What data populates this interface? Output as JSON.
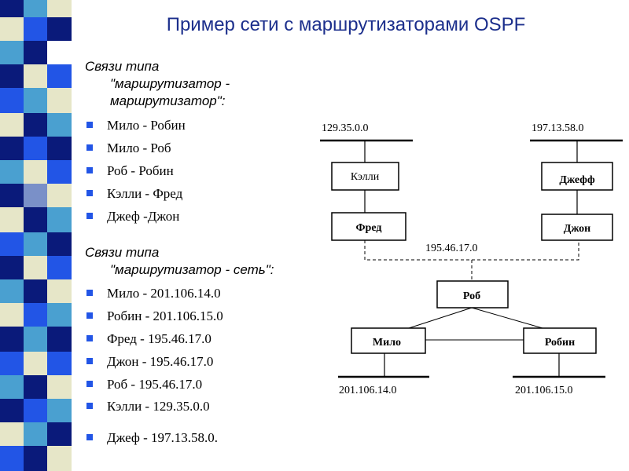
{
  "slide": {
    "title": "Пример сети с маршрутизаторами OSPF",
    "section1": {
      "heading_line1": "Связи типа",
      "heading_line2": "\"маршрутизатор -",
      "heading_line3": "маршрутизатор\":",
      "items": [
        "Мило - Робин",
        "Мило - Роб",
        "Роб - Робин",
        "Кэлли - Фред",
        "Джеф -Джон"
      ]
    },
    "section2": {
      "heading_line1": "Связи типа",
      "heading_line2": "\"маршрутизатор - сеть\":",
      "items": [
        "Мило - 201.106.14.0",
        "Робин - 201.106.15.0",
        "Фред - 195.46.17.0",
        "Джон - 195.46.17.0",
        "Роб - 195.46.17.0",
        "Кэлли - 129.35.0.0",
        "Джеф - 197.13.58.0."
      ]
    }
  },
  "diagram": {
    "networks": {
      "n1": "129.35.0.0",
      "n2": "197.13.58.0",
      "n3": "195.46.17.0",
      "n4": "201.106.14.0",
      "n5": "201.106.15.0"
    },
    "routers": {
      "kelly": "Кэлли",
      "fred": "Фред",
      "jeff": "Джефф",
      "john": "Джон",
      "rob": "Роб",
      "milo": "Мило",
      "robin": "Робин"
    }
  },
  "theme": {
    "sidebar_blue": "#2255e6",
    "title_color": "#1c2f8c",
    "tile_colors": [
      "#2255e6",
      "#0a1a7a",
      "#4aa0d0",
      "#e6e6c8",
      "#ffffff",
      "#7a90c8"
    ]
  }
}
